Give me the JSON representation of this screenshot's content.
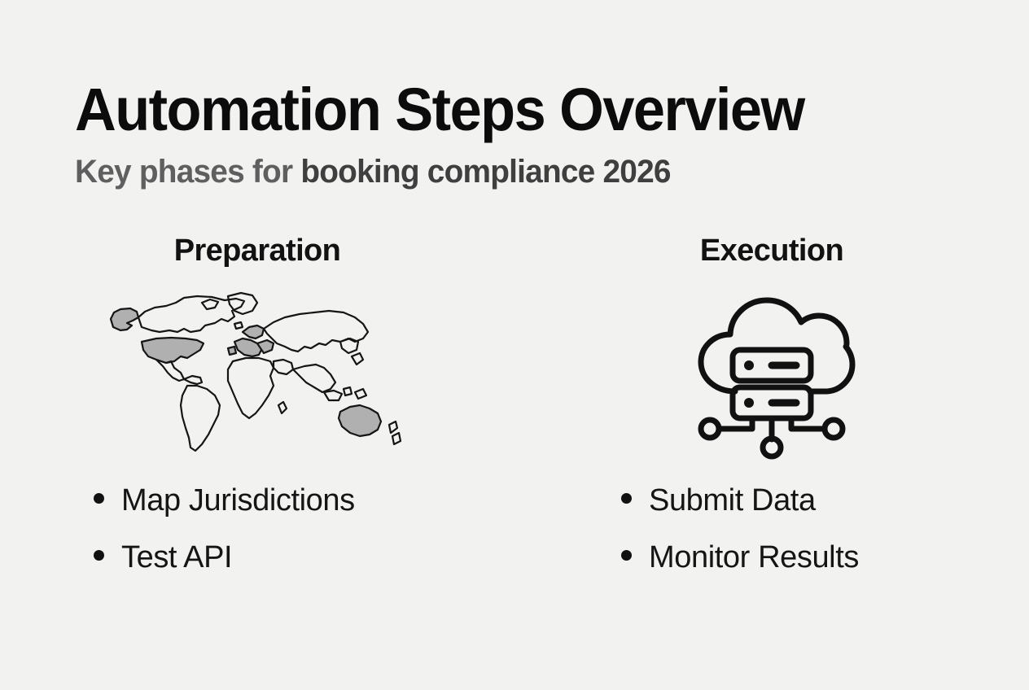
{
  "header": {
    "title": "Automation Steps Overview",
    "subtitle_lead": "Key phases for ",
    "subtitle_strong": "booking compliance 2026"
  },
  "colors": {
    "background": "#f2f2f0",
    "title": "#0c0c0c",
    "subtitle": "#5c5c5c",
    "subtitle_strong": "#3f3f3f",
    "heading": "#121212",
    "bullet_text": "#151515",
    "line_art": "#151515",
    "map_highlight": "#b0b0b0"
  },
  "columns": [
    {
      "heading": "Preparation",
      "icon": "world-map-icon",
      "bullets": [
        {
          "label": "Map Jurisdictions"
        },
        {
          "label": "Test API"
        }
      ]
    },
    {
      "heading": "Execution",
      "icon": "cloud-server-network-icon",
      "bullets": [
        {
          "label": "Submit Data"
        },
        {
          "label": "Monitor Results"
        }
      ]
    }
  ]
}
